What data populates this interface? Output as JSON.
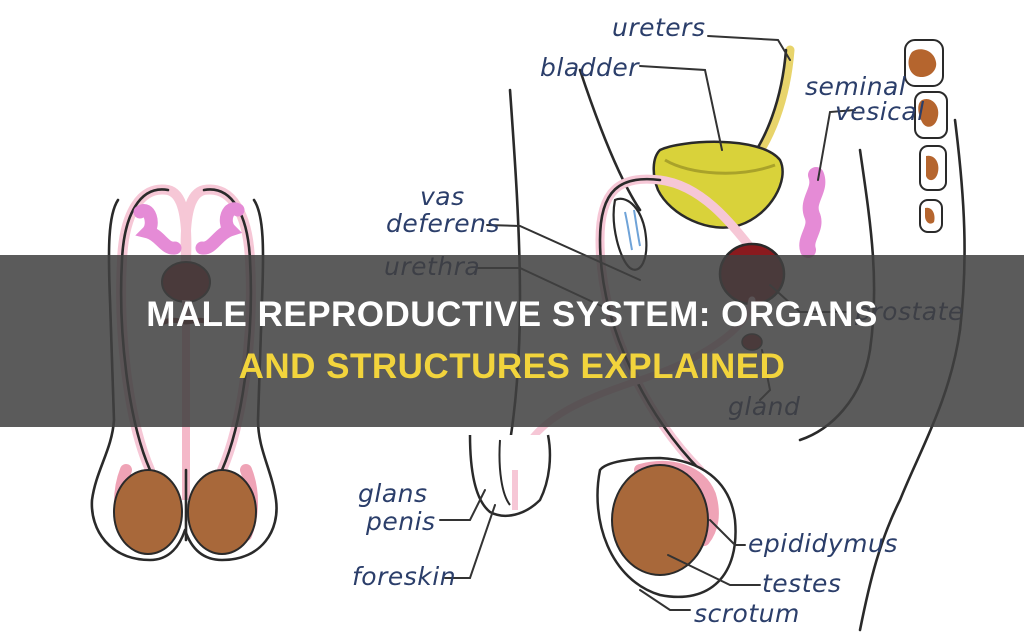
{
  "title": {
    "line1": "Male Reproductive System: Organs",
    "line2": "And Structures Explained"
  },
  "labels": {
    "ureters": "ureters",
    "bladder": "bladder",
    "seminal_vesical_1": "seminal",
    "seminal_vesical_2": "vesical",
    "vas_deferens_1": "vas",
    "vas_deferens_2": "deferens",
    "urethra": "urethra",
    "prostate": "prostate",
    "cowper_gland": "gland",
    "glans_penis_1": "glans",
    "glans_penis_2": "penis",
    "foreskin": "foreskin",
    "epididymus": "epididymus",
    "testes": "testes",
    "scrotum": "scrotum"
  },
  "colors": {
    "banner": "#404040",
    "title_text": "#ffffff",
    "title_highlight": "#f2d43c",
    "label_ink": "#2b3e6a",
    "testis": "#a8683a",
    "prostate": "#8a1a1e",
    "seminal_vesicle": "#e58bd6",
    "vas_deferens": "#f6c7d6",
    "bladder": "#d9d23a"
  }
}
